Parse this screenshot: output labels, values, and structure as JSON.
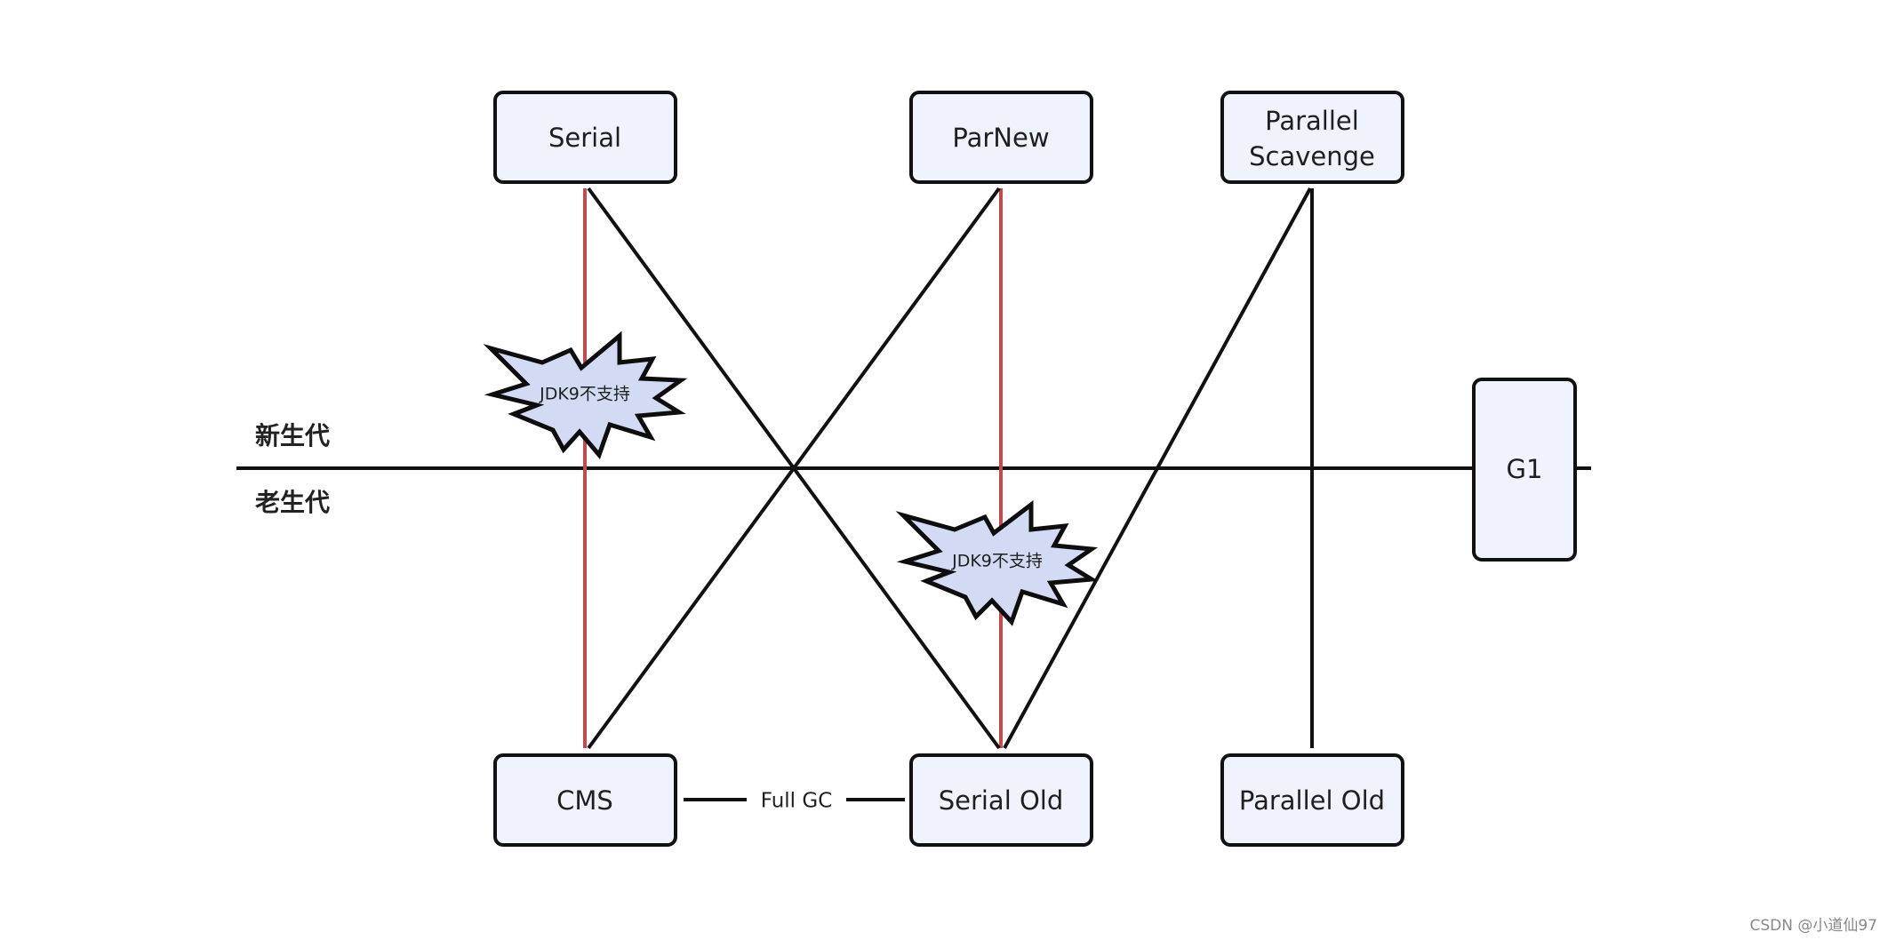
{
  "generations": {
    "young": "新生代",
    "old": "老生代"
  },
  "nodes": {
    "serial": "Serial",
    "parnew": "ParNew",
    "parallel_scavenge": [
      "Parallel",
      "Scavenge"
    ],
    "g1": "G1",
    "cms": "CMS",
    "serial_old": "Serial Old",
    "parallel_old": "Parallel Old"
  },
  "edge_labels": {
    "cms_serial_old": "Full GC"
  },
  "annotations": {
    "serial_cms_note": "JDK9不支持",
    "parnew_serial_old_note": "JDK9不支持"
  },
  "watermark": "CSDN @小道仙97",
  "colors": {
    "node_fill": "#eef3fc",
    "node_stroke": "#111111",
    "deprecated_edge": "#c9484c",
    "burst_fill": "#d3dbf4"
  }
}
